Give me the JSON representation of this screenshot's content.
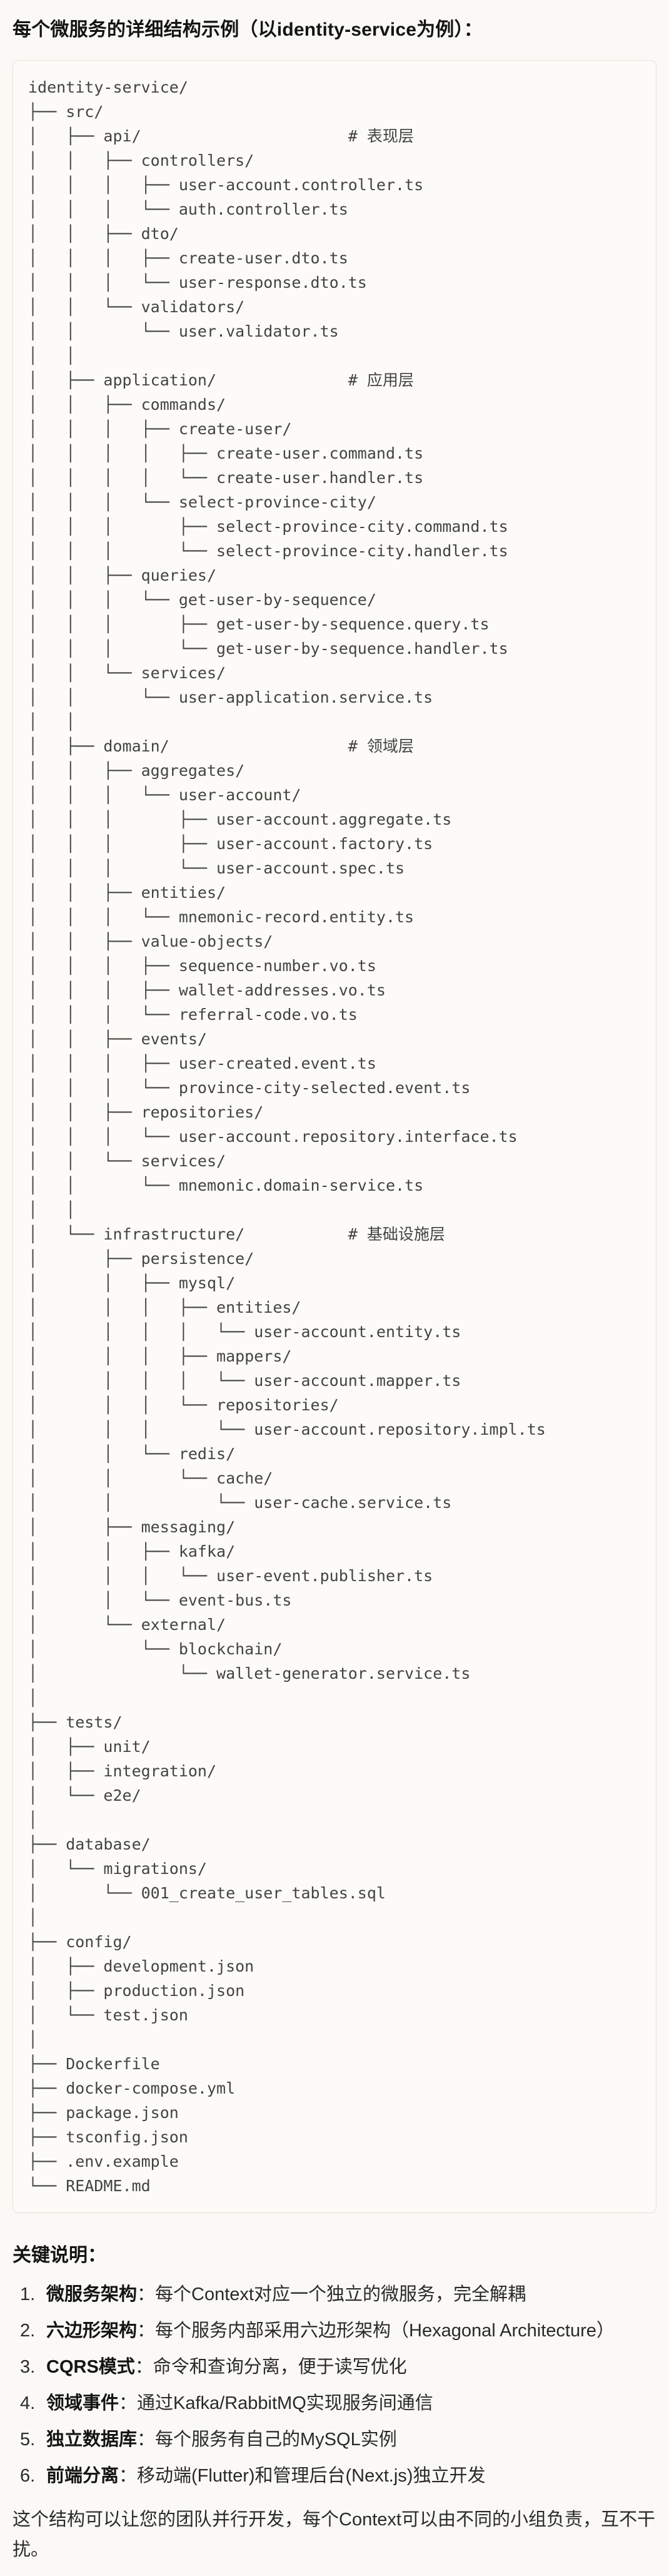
{
  "title": "每个微服务的详细结构示例（以identity-service为例）：",
  "tree": {
    "lines": [
      "identity-service/",
      "├── src/",
      "│   ├── api/                      # 表现层",
      "│   │   ├── controllers/",
      "│   │   │   ├── user-account.controller.ts",
      "│   │   │   └── auth.controller.ts",
      "│   │   ├── dto/",
      "│   │   │   ├── create-user.dto.ts",
      "│   │   │   └── user-response.dto.ts",
      "│   │   └── validators/",
      "│   │       └── user.validator.ts",
      "│   │",
      "│   ├── application/              # 应用层",
      "│   │   ├── commands/",
      "│   │   │   ├── create-user/",
      "│   │   │   │   ├── create-user.command.ts",
      "│   │   │   │   └── create-user.handler.ts",
      "│   │   │   └── select-province-city/",
      "│   │   │       ├── select-province-city.command.ts",
      "│   │   │       └── select-province-city.handler.ts",
      "│   │   ├── queries/",
      "│   │   │   └── get-user-by-sequence/",
      "│   │   │       ├── get-user-by-sequence.query.ts",
      "│   │   │       └── get-user-by-sequence.handler.ts",
      "│   │   └── services/",
      "│   │       └── user-application.service.ts",
      "│   │",
      "│   ├── domain/                   # 领域层",
      "│   │   ├── aggregates/",
      "│   │   │   └── user-account/",
      "│   │   │       ├── user-account.aggregate.ts",
      "│   │   │       ├── user-account.factory.ts",
      "│   │   │       └── user-account.spec.ts",
      "│   │   ├── entities/",
      "│   │   │   └── mnemonic-record.entity.ts",
      "│   │   ├── value-objects/",
      "│   │   │   ├── sequence-number.vo.ts",
      "│   │   │   ├── wallet-addresses.vo.ts",
      "│   │   │   └── referral-code.vo.ts",
      "│   │   ├── events/",
      "│   │   │   ├── user-created.event.ts",
      "│   │   │   └── province-city-selected.event.ts",
      "│   │   ├── repositories/",
      "│   │   │   └── user-account.repository.interface.ts",
      "│   │   └── services/",
      "│   │       └── mnemonic.domain-service.ts",
      "│   │",
      "│   └── infrastructure/           # 基础设施层",
      "│       ├── persistence/",
      "│       │   ├── mysql/",
      "│       │   │   ├── entities/",
      "│       │   │   │   └── user-account.entity.ts",
      "│       │   │   ├── mappers/",
      "│       │   │   │   └── user-account.mapper.ts",
      "│       │   │   └── repositories/",
      "│       │   │       └── user-account.repository.impl.ts",
      "│       │   └── redis/",
      "│       │       └── cache/",
      "│       │           └── user-cache.service.ts",
      "│       ├── messaging/",
      "│       │   ├── kafka/",
      "│       │   │   └── user-event.publisher.ts",
      "│       │   └── event-bus.ts",
      "│       └── external/",
      "│           └── blockchain/",
      "│               └── wallet-generator.service.ts",
      "│",
      "├── tests/",
      "│   ├── unit/",
      "│   ├── integration/",
      "│   └── e2e/",
      "│",
      "├── database/",
      "│   └── migrations/",
      "│       └── 001_create_user_tables.sql",
      "│",
      "├── config/",
      "│   ├── development.json",
      "│   ├── production.json",
      "│   └── test.json",
      "│",
      "├── Dockerfile",
      "├── docker-compose.yml",
      "├── package.json",
      "├── tsconfig.json",
      "├── .env.example",
      "└── README.md"
    ]
  },
  "notes": {
    "heading": "关键说明：",
    "items": [
      {
        "num": "1.",
        "label": "微服务架构",
        "text": "：每个Context对应一个独立的微服务，完全解耦"
      },
      {
        "num": "2.",
        "label": "六边形架构",
        "text": "：每个服务内部采用六边形架构（Hexagonal Architecture）"
      },
      {
        "num": "3.",
        "label": "CQRS模式",
        "text": "：命令和查询分离，便于读写优化"
      },
      {
        "num": "4.",
        "label": "领域事件",
        "text": "：通过Kafka/RabbitMQ实现服务间通信"
      },
      {
        "num": "5.",
        "label": "独立数据库",
        "text": "：每个服务有自己的MySQL实例"
      },
      {
        "num": "6.",
        "label": "前端分离",
        "text": "：移动端(Flutter)和管理后台(Next.js)独立开发"
      }
    ],
    "footer": "这个结构可以让您的团队并行开发，每个Context可以由不同的小组负责，互不干扰。"
  },
  "colors": {
    "page_bg": "#faf9f5",
    "code_bg": "#fcfbf8",
    "code_border": "#e5e3da",
    "code_text": "#44443f",
    "title_text": "#141413",
    "body_text": "#2a2a27",
    "text": "#1f1e1d"
  }
}
